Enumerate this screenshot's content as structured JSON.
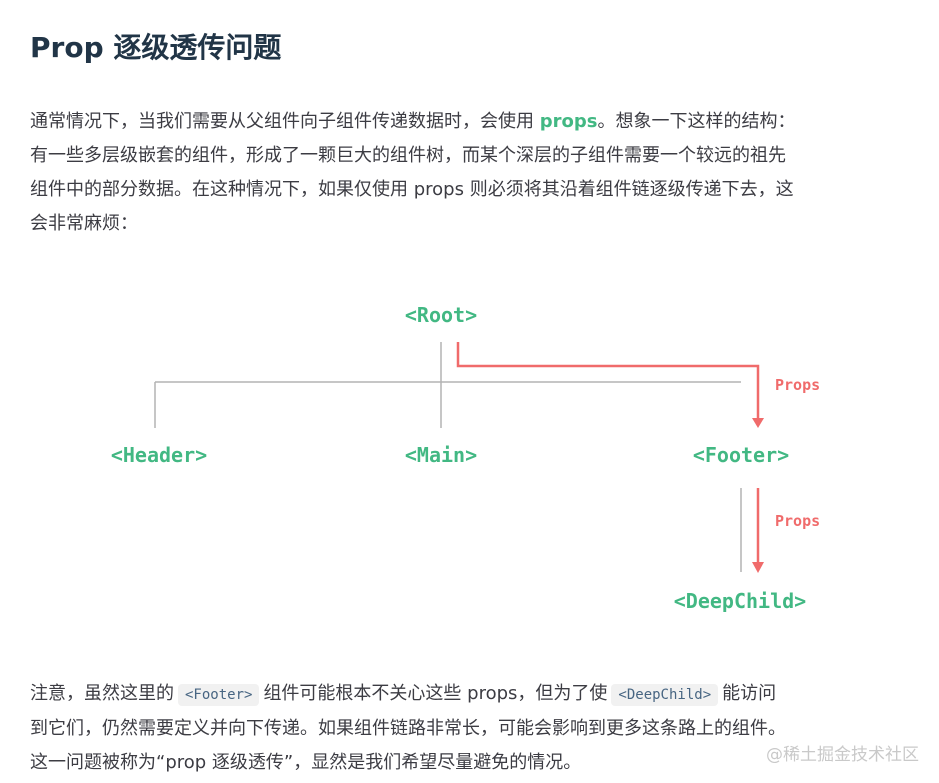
{
  "title": "Prop 逐级透传问题",
  "intro": {
    "line1_before": "通常情况下，当我们需要从父组件向子组件传递数据时，会使用 ",
    "line1_link": "props",
    "line1_after": "。想象一下这样的结构：",
    "line2": "有一些多层级嵌套的组件，形成了一颗巨大的组件树，而某个深层的子组件需要一个较远的祖先",
    "line3": "组件中的部分数据。在这种情况下，如果仅使用 props 则必须将其沿着组件链逐级传递下去，这",
    "line4": "会非常麻烦："
  },
  "diagram": {
    "root": "<Root>",
    "header": "<Header>",
    "main": "<Main>",
    "footer": "<Footer>",
    "deep_child": "<DeepChild>",
    "props_label_1": "Props",
    "props_label_2": "Props",
    "tree_line_color": "#b3b3b3",
    "node_color": "#42b883",
    "props_arrow_color": "#f06b6b"
  },
  "note": {
    "line1_a": "注意，虽然这里的",
    "line1_code1": "<Footer>",
    "line1_b": "组件可能根本不关心这些 props，但为了使",
    "line1_code2": "<DeepChild>",
    "line1_c": "能访问",
    "line2": "到它们，仍然需要定义并向下传递。如果组件链路非常长，可能会影响到更多这条路上的组件。",
    "line3": "这一问题被称为“prop 逐级透传”，显然是我们希望尽量避免的情况。"
  },
  "watermark": "@稀土掘金技术社区"
}
